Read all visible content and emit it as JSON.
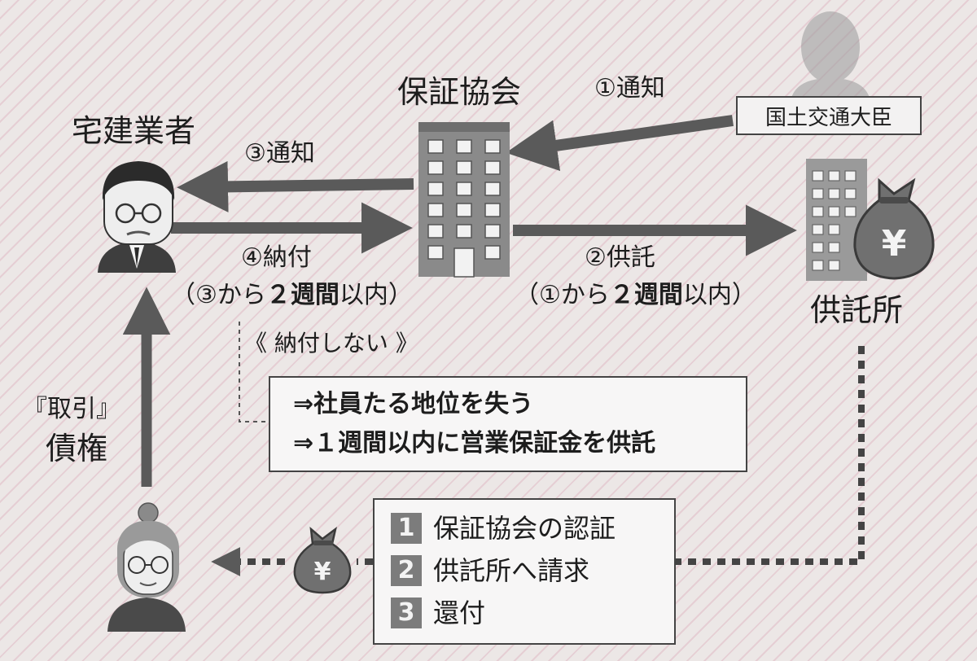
{
  "actors": {
    "dealer": "宅建業者",
    "association": "保証協会",
    "minister": "国土交通大臣",
    "deposit_office": "供託所"
  },
  "flows": {
    "notify_1": "①通知",
    "notify_3": "③通知",
    "deposit_2": "②供託",
    "deposit_2_deadline": "（①から２週間以内）",
    "pay_4": "④納付",
    "pay_4_deadline": "（③から２週間以内）",
    "claim_label_1": "『取引』",
    "claim_label_2": "債権"
  },
  "nonpayment": {
    "label": "《 納付しない 》",
    "consequences": [
      "⇒社員たる地位を失う",
      "⇒１週間以内に営業保証金を供託"
    ]
  },
  "refund_steps": [
    {
      "num": "1",
      "text": "保証協会の認証"
    },
    {
      "num": "2",
      "text": "供託所へ請求"
    },
    {
      "num": "3",
      "text": "還付"
    }
  ],
  "currency_symbol": "¥",
  "icons": [
    "businessman-icon",
    "office-building-icon",
    "person-silhouette-icon",
    "bank-building-icon",
    "money-bag-icon",
    "woman-icon"
  ],
  "colors": {
    "arrow": "#5a5a5a",
    "building": "#8a8a8a",
    "step_badge": "#7c7c7c"
  }
}
